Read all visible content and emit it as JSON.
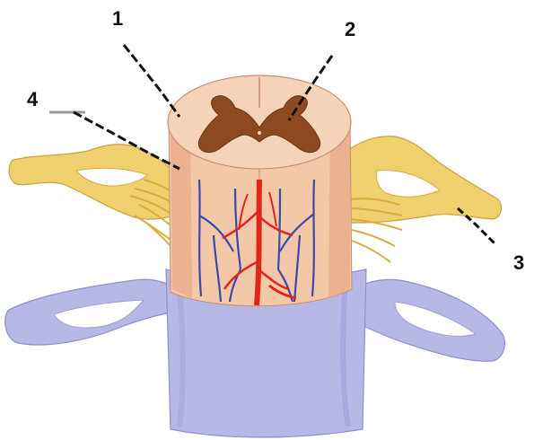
{
  "figure": {
    "colors": {
      "cord": "#f3c8a8",
      "cord_shade": "#e2a07e",
      "grey_matter": "#8c4a22",
      "nerve": "#f0cf6e",
      "nerve_shade": "#d8ad3f",
      "meninges": "#b7b8e6",
      "meninges_shade": "#9d9ed8",
      "artery": "#e0261b",
      "vein": "#3a4aa8",
      "leader": "#111111"
    },
    "callouts": [
      {
        "id": "callout-1",
        "label": "1"
      },
      {
        "id": "callout-2",
        "label": "2"
      },
      {
        "id": "callout-3",
        "label": "3"
      },
      {
        "id": "callout-4",
        "label": "4"
      }
    ]
  }
}
